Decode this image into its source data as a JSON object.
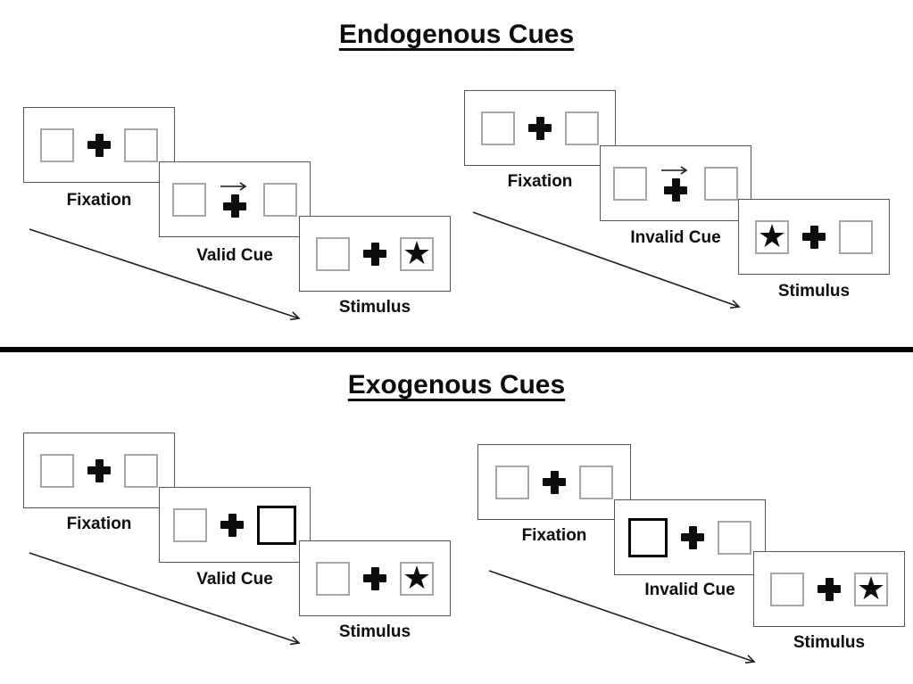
{
  "diagram": {
    "kind": "posner-cueing-paradigm",
    "colors": {
      "background": "#ffffff",
      "panel_border": "#555555",
      "box_border": "#a6a6a6",
      "ink": "#0d0d0d",
      "divider": "#000000"
    },
    "icons": {
      "star": "★",
      "fixation_cross": "plus-shape",
      "endogenous_cue": "arrow-right-above-cross",
      "exogenous_cue": "thick-black-box"
    }
  },
  "sections": [
    {
      "title": "Endogenous Cues",
      "groups": [
        {
          "name": "valid-trial",
          "panels": [
            {
              "label": "Fixation",
              "content": "two empty boxes with central cross"
            },
            {
              "label": "Valid Cue",
              "content": "central arrow pointing right above cross",
              "cue_symbol": "arrow-right"
            },
            {
              "label": "Stimulus",
              "content": "star in right box",
              "star_position": "right"
            }
          ]
        },
        {
          "name": "invalid-trial",
          "panels": [
            {
              "label": "Fixation",
              "content": "two empty boxes with central cross"
            },
            {
              "label": "Invalid Cue",
              "content": "central arrow pointing right above cross",
              "cue_symbol": "arrow-right"
            },
            {
              "label": "Stimulus",
              "content": "star in left box",
              "star_position": "left"
            }
          ]
        }
      ]
    },
    {
      "title": "Exogenous Cues",
      "groups": [
        {
          "name": "valid-trial",
          "panels": [
            {
              "label": "Fixation",
              "content": "two empty boxes with central cross"
            },
            {
              "label": "Valid Cue",
              "content": "right box highlighted thick black",
              "cue_symbol": "highlight-right-box"
            },
            {
              "label": "Stimulus",
              "content": "star in right box",
              "star_position": "right"
            }
          ]
        },
        {
          "name": "invalid-trial",
          "panels": [
            {
              "label": "Fixation",
              "content": "two empty boxes with central cross"
            },
            {
              "label": "Invalid Cue",
              "content": "left box highlighted thick black",
              "cue_symbol": "highlight-left-box"
            },
            {
              "label": "Stimulus",
              "content": "star in right box",
              "star_position": "right"
            }
          ]
        }
      ]
    }
  ]
}
